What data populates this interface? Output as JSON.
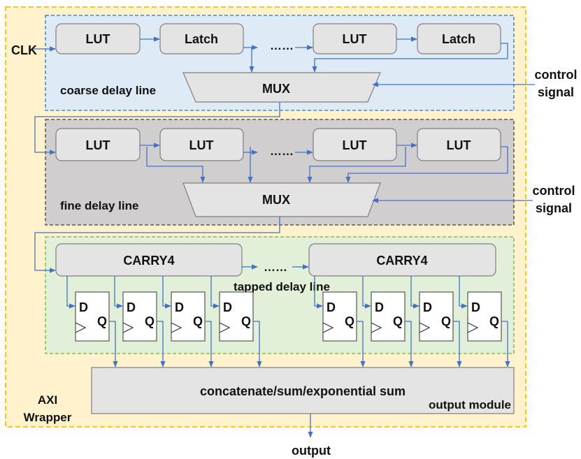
{
  "colors": {
    "wrapper_fill": "#fff2cc",
    "wrapper_border": "#ffc000",
    "coarse_fill": "#deebf7",
    "coarse_border": "#2e75b6",
    "fine_fill": "#d0cece",
    "fine_border": "#404040",
    "tapped_fill": "#e2efd9",
    "tapped_border": "#70ad47",
    "block_fill": "#e4e4e4",
    "wire": "#4472c4"
  },
  "labels": {
    "clk": "CLK",
    "control_signal_1_line1": "control",
    "control_signal_1_line2": "signal",
    "control_signal_2_line1": "control",
    "control_signal_2_line2": "signal",
    "axi_line1": "AXI",
    "axi_line2": "Wrapper",
    "output": "output",
    "ellipsis": "……"
  },
  "coarse": {
    "title": "coarse delay line",
    "blocks": [
      "LUT",
      "Latch",
      "LUT",
      "Latch"
    ],
    "mux": "MUX"
  },
  "fine": {
    "title": "fine delay line",
    "blocks": [
      "LUT",
      "LUT",
      "LUT",
      "LUT"
    ],
    "mux": "MUX"
  },
  "tapped": {
    "title": "tapped delay line",
    "carry": [
      "CARRY4",
      "CARRY4"
    ],
    "flipflop": {
      "d": "D",
      "q": "Q",
      "count": 8
    }
  },
  "output_module": {
    "text": "concatenate/sum/exponential sum",
    "label": "output module"
  }
}
